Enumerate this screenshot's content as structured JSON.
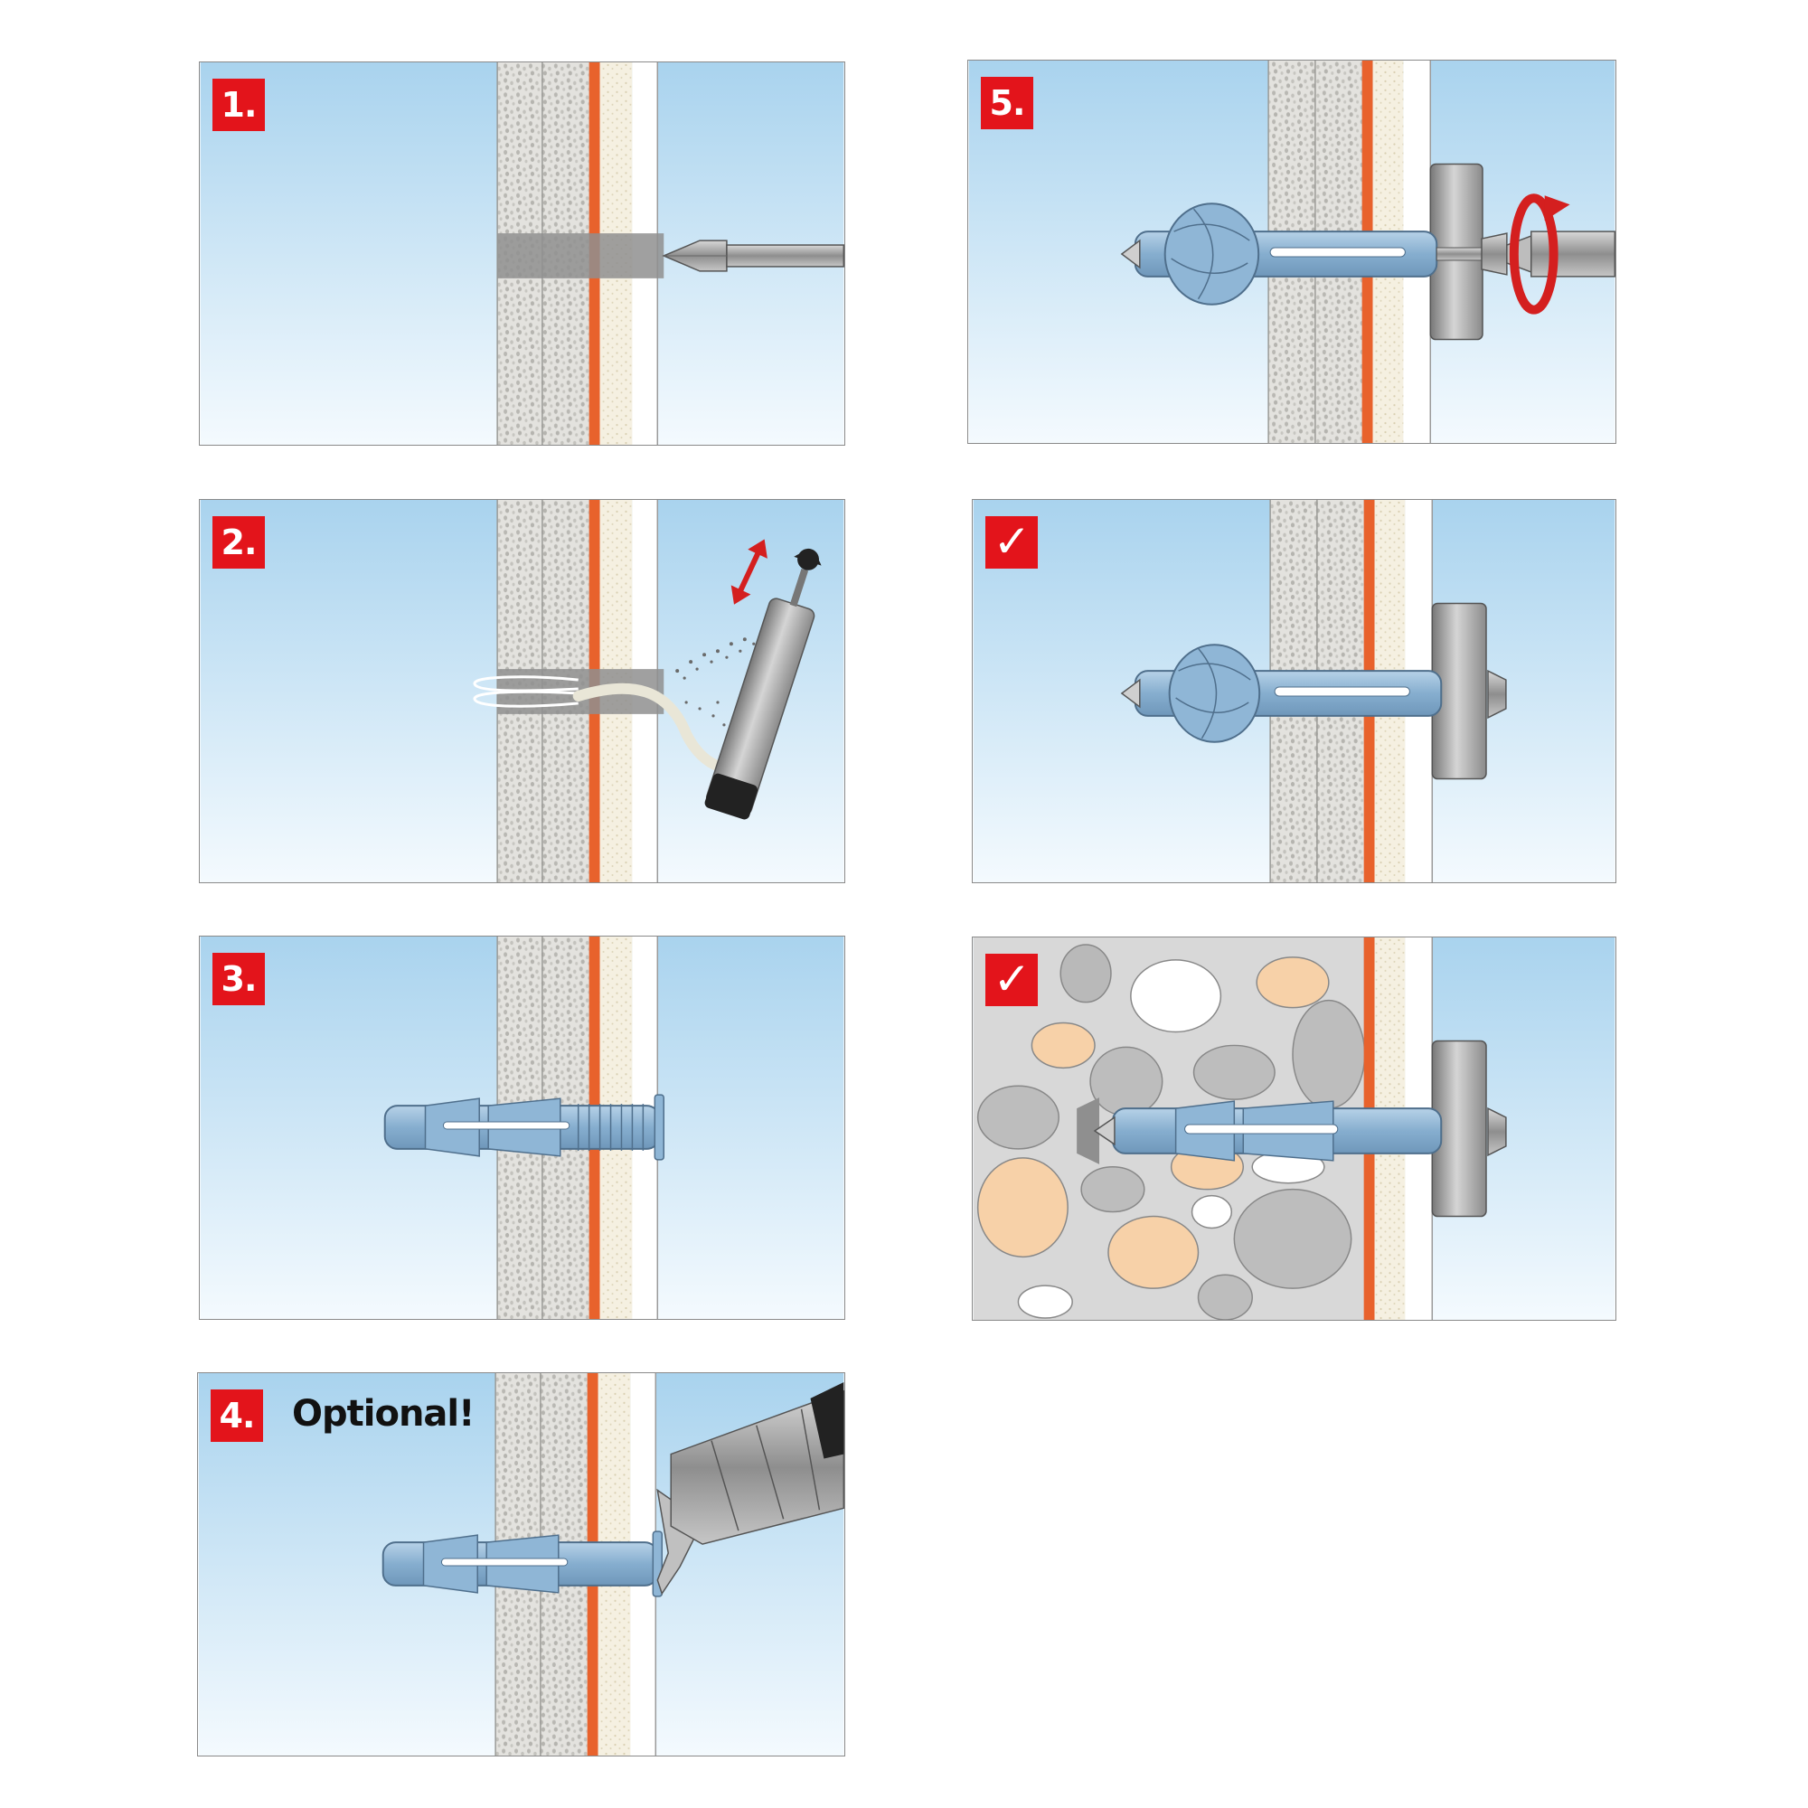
{
  "steps": [
    {
      "id": "1",
      "badge": "1.",
      "kind": "drill"
    },
    {
      "id": "2",
      "badge": "2.",
      "kind": "blow"
    },
    {
      "id": "3",
      "badge": "3.",
      "kind": "insert"
    },
    {
      "id": "4",
      "badge": "4.",
      "note": "Optional!",
      "kind": "foam"
    },
    {
      "id": "5",
      "badge": "5.",
      "kind": "screw"
    },
    {
      "id": "ok1",
      "badge": "✓",
      "kind": "done-insulation"
    },
    {
      "id": "ok2",
      "badge": "✓",
      "kind": "done-concrete"
    }
  ],
  "colors": {
    "sky_top": "#a9d3ee",
    "sky_bottom": "#f4fafe",
    "insulation": "#dcdcd8",
    "render": "#f4eedd",
    "mesh": "#e8622c",
    "plug": "#8fb6d6",
    "badge": "#e3141b",
    "steel": "#9a9a9a"
  },
  "icons": [
    "drill-bit-icon",
    "blow-pump-icon",
    "wall-plug-icon",
    "foam-gun-icon",
    "screwdriver-icon",
    "rotation-arrow-icon",
    "checkmark-icon"
  ]
}
